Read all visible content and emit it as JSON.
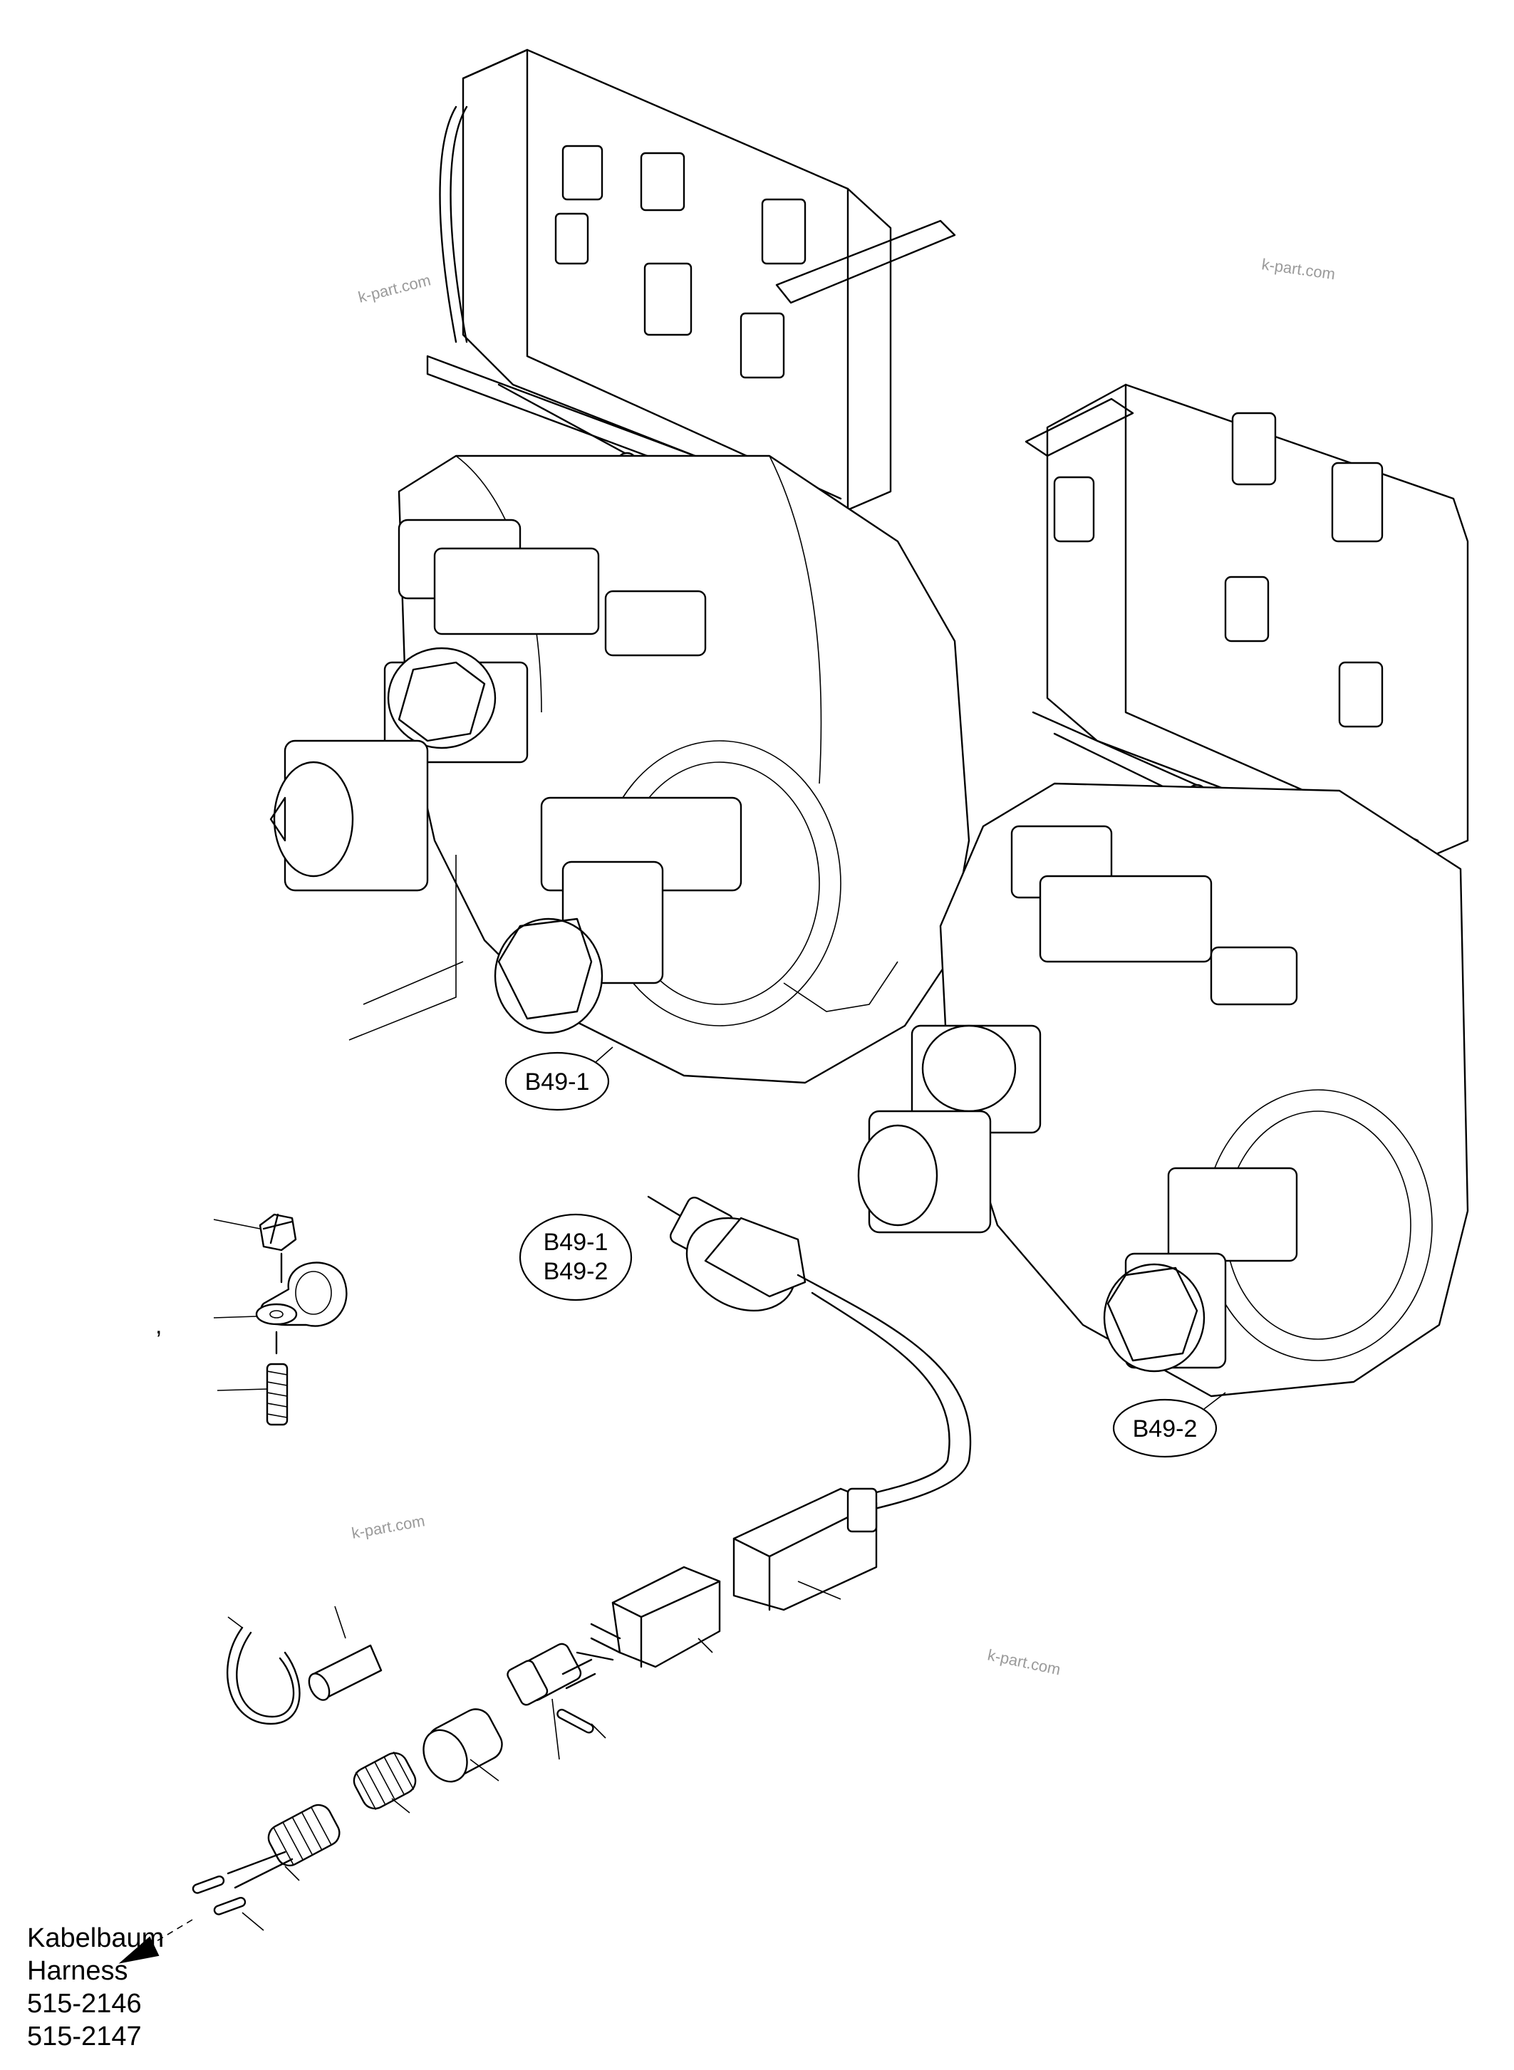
{
  "callouts": {
    "b49_1_top": "B49-1",
    "b49_2_right": "B49-2",
    "sensor_line1": "B49-1",
    "sensor_line2": "B49-2"
  },
  "watermark": "k-part.com",
  "harness_note": {
    "line1": "Kabelbaum",
    "line2": "Harness",
    "line3": "515-2146",
    "line4": "515-2147"
  },
  "stray_mark": ","
}
